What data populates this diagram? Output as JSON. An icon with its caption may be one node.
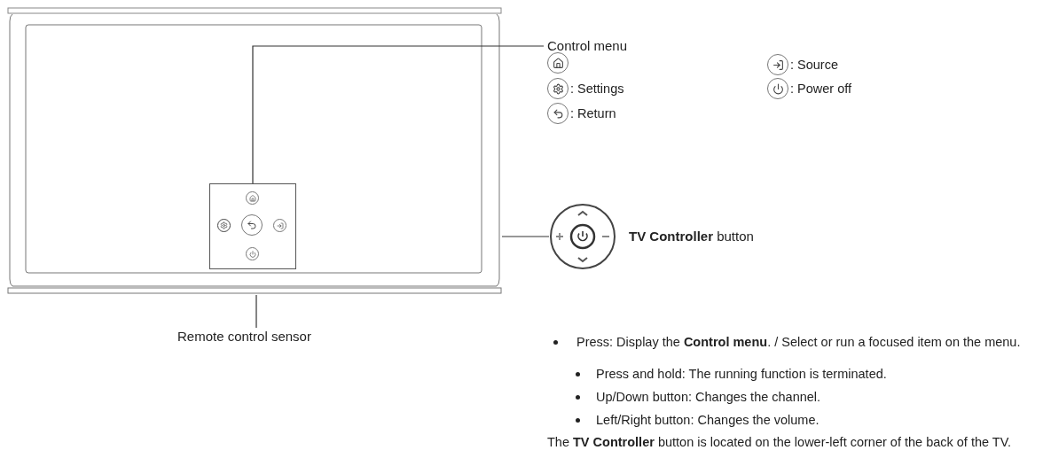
{
  "diagram": {
    "nodes": [
      {
        "text": [],
        "shape": "box"
      },
      {
        "text": [],
        "shape": "box",
        "in": 0
      },
      {
        "text": [
          "Control menu"
        ]
      },
      {
        "text": [
          "**TV Controller** button"
        ]
      },
      {
        "text": [
          "Remote control sensor"
        ]
      }
    ],
    "edges": [
      {
        "from": 2,
        "to": 1,
        "arrow": "none"
      },
      {
        "from": 3,
        "to": 0,
        "arrow": "none"
      },
      {
        "from": 4,
        "to": 0,
        "arrow": "none"
      }
    ],
    "labels": [
      ": Source",
      ": Settings",
      ": Power off",
      ": Return",
      "Press: Display the **Control menu**. / Select or run a focused item on the menu.",
      "Press and hold: The running function is terminated.",
      "Up/Down button: Changes the channel.",
      "Left/Right button: Changes the volume.",
      "The **TV Controller** button is located on the lower-left corner of the back of the TV."
    ]
  }
}
